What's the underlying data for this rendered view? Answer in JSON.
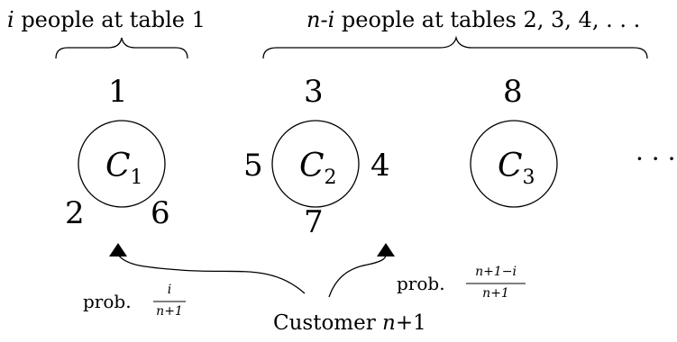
{
  "header": {
    "left_var": "i",
    "left_text": " people at table 1",
    "right_var": "n",
    "right_text": "-i",
    "right_rest": " people at tables 2, 3, 4, . . ."
  },
  "tables": [
    {
      "cal": "C",
      "sub": "1",
      "seats": [
        "1",
        "2",
        "6"
      ]
    },
    {
      "cal": "C",
      "sub": "2",
      "seats": [
        "3",
        "5",
        "4",
        "7"
      ]
    },
    {
      "cal": "C",
      "sub": "3",
      "seats": [
        "8"
      ]
    }
  ],
  "ellipsis": "· · ·",
  "prob_left": {
    "prefix": "prob.",
    "num": "i",
    "den": "n+1"
  },
  "prob_right": {
    "prefix": "prob.",
    "num": "n+1−i",
    "den": "n+1"
  },
  "customer": {
    "label": "Customer ",
    "var": "n",
    "suffix": "+1"
  }
}
